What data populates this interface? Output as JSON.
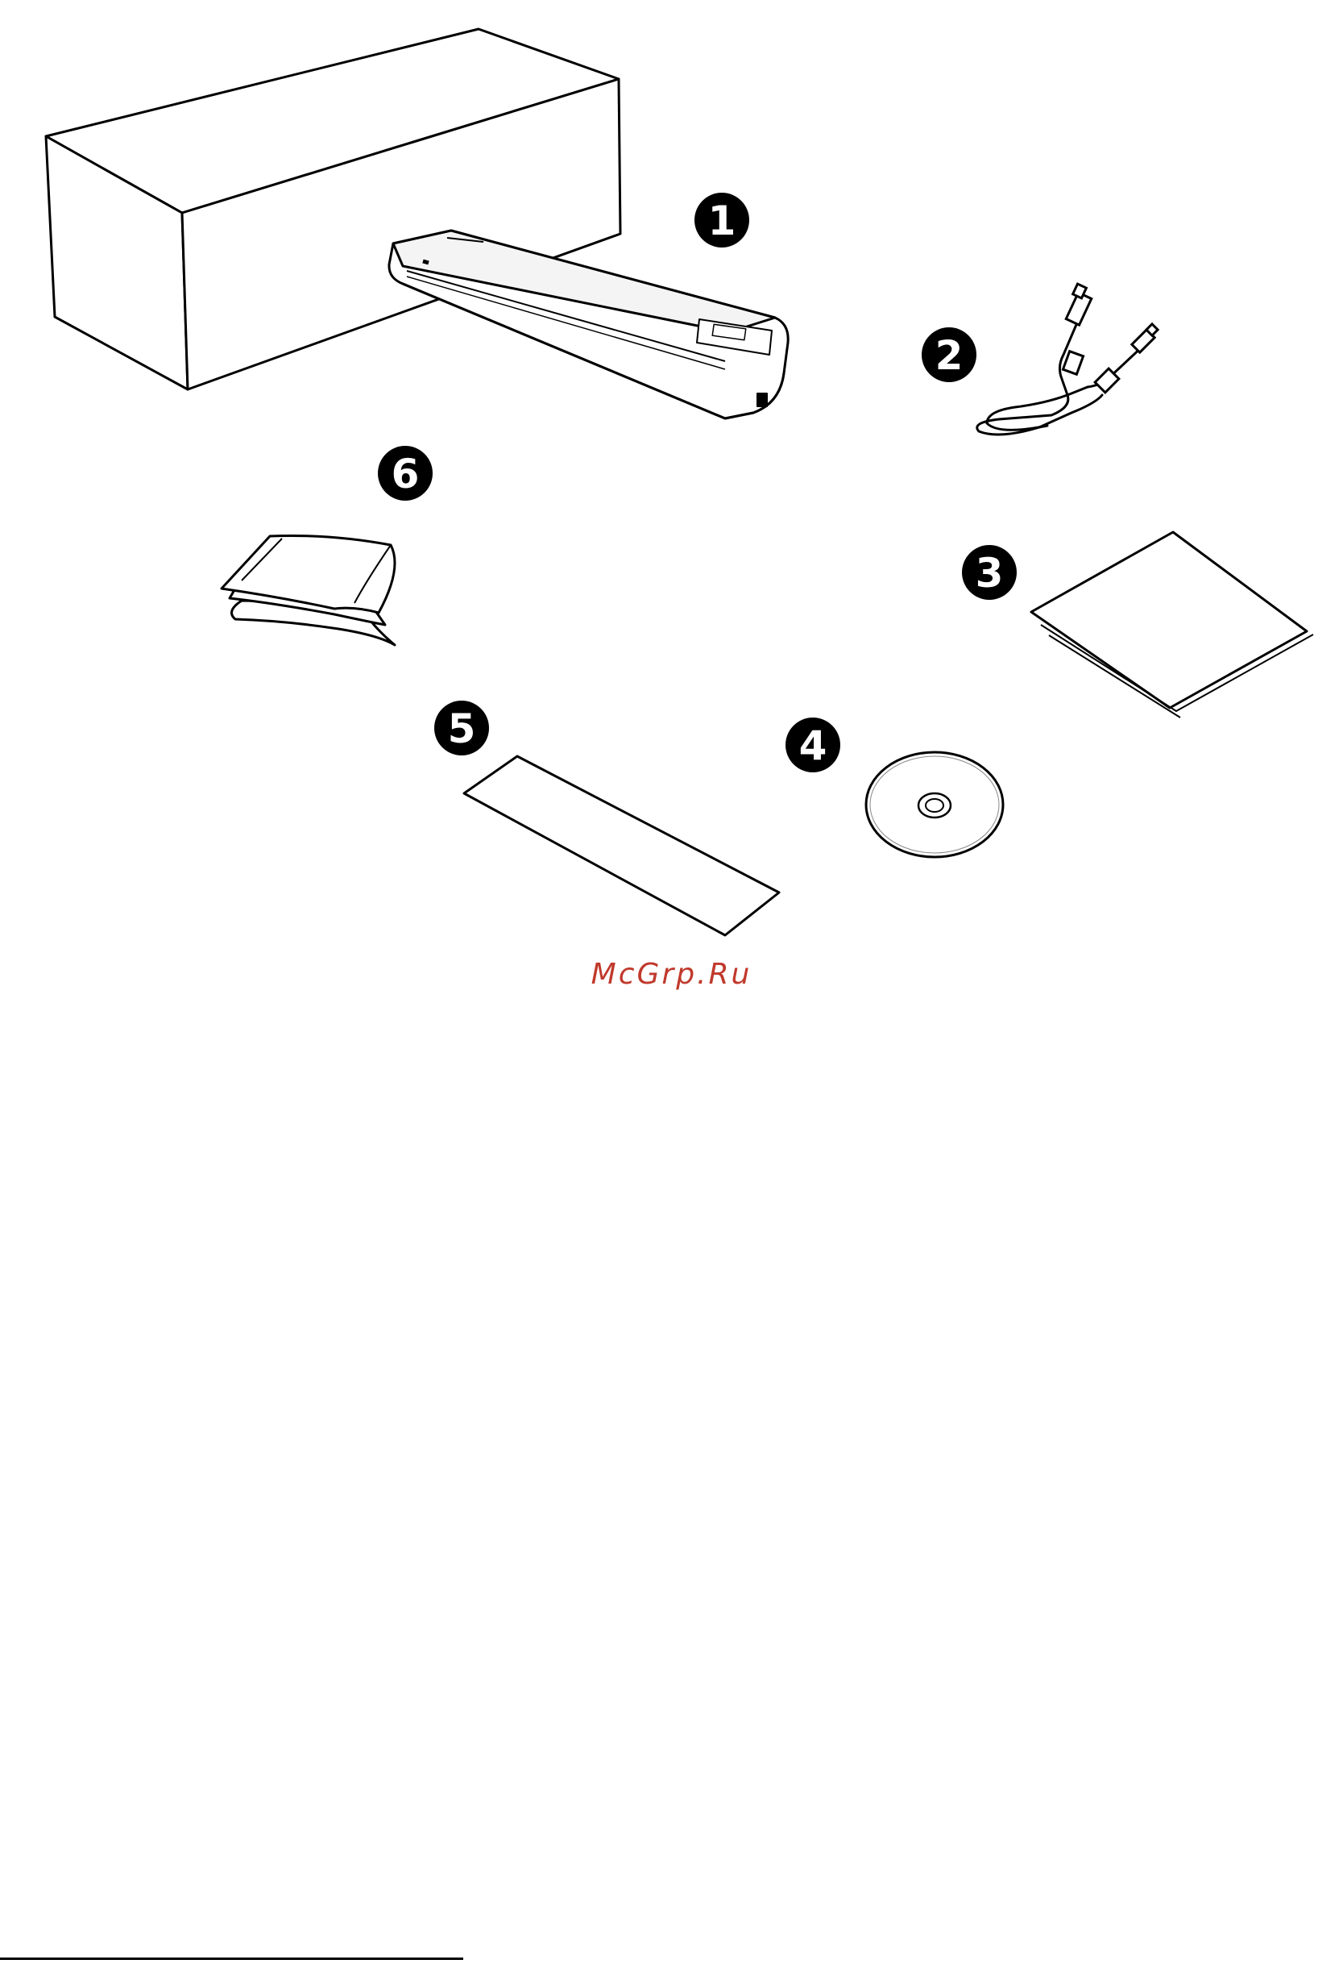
{
  "figure": {
    "callouts": [
      "1",
      "2",
      "3",
      "4",
      "5",
      "6"
    ]
  },
  "watermark": "McGrp.Ru",
  "colors": {
    "line": "#000000",
    "callout_fill": "#000000",
    "watermark": "#c0392b"
  }
}
